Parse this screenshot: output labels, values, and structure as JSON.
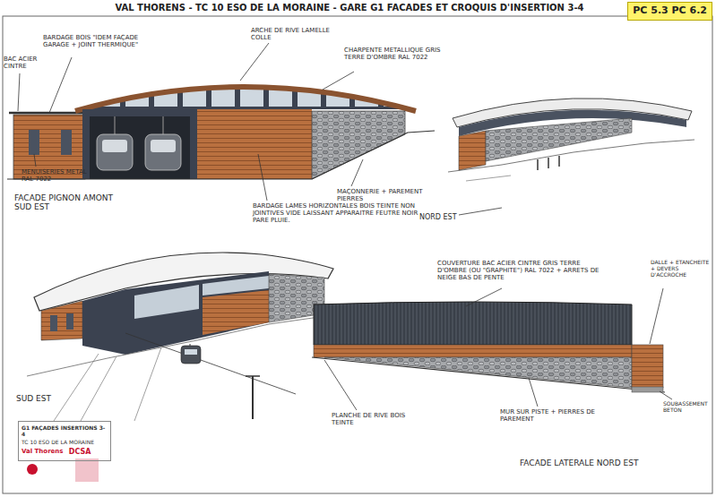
{
  "diagram": {
    "title": "VAL THORENS - TC 10 ESO DE LA MORAINE - GARE G1 FACADES ET CROQUIS D'INSERTION 3-4",
    "nodes": [
      {
        "text": [
          "PC 5.3 PC 6.2"
        ]
      },
      {
        "text": [
          "G1 FAÇADES INSERTIONS 3-4",
          "TC 10 ESO DE LA MORAINE",
          "Val Thorens",
          "DCSA"
        ]
      }
    ],
    "labels": [
      "BAC ACIER CINTRE",
      "BARDAGE BOIS \"IDEM FAÇADE GARAGE + JOINT THERMIQUE\"",
      "ARCHE DE RIVE LAMELLE COLLE",
      "CHARPENTE METALLIQUE GRIS TERRE D'OMBRE RAL 7022",
      "MENUISERIES METAL RAL 7022",
      "FACADE PIGNON AMONT SUD EST",
      "MAÇONNERIE + PAREMENT PIERRES",
      "BARDAGE LAMES HORIZONTALES BOIS TEINTE NON JOINTIVES VIDE LAISSANT APPARAITRE FEUTRE NOIR PARE PLUIE.",
      "NORD EST",
      "SUD EST",
      "COUVERTURE BAC ACIER CINTRE GRIS TERRE D'OMBRE (OU \"GRAPHITE\") RAL 7022 + ARRETS DE NEIGE BAS DE PENTE",
      "DALLE + ETANCHEITE + DEVERS D'ACCROCHE",
      "PLANCHE DE RIVE BOIS TEINTE",
      "MUR SUR PISTE + PIERRES DE PAREMENT",
      "SOUBASSEMENT BETON",
      "FACADE LATERALE NORD EST"
    ]
  }
}
